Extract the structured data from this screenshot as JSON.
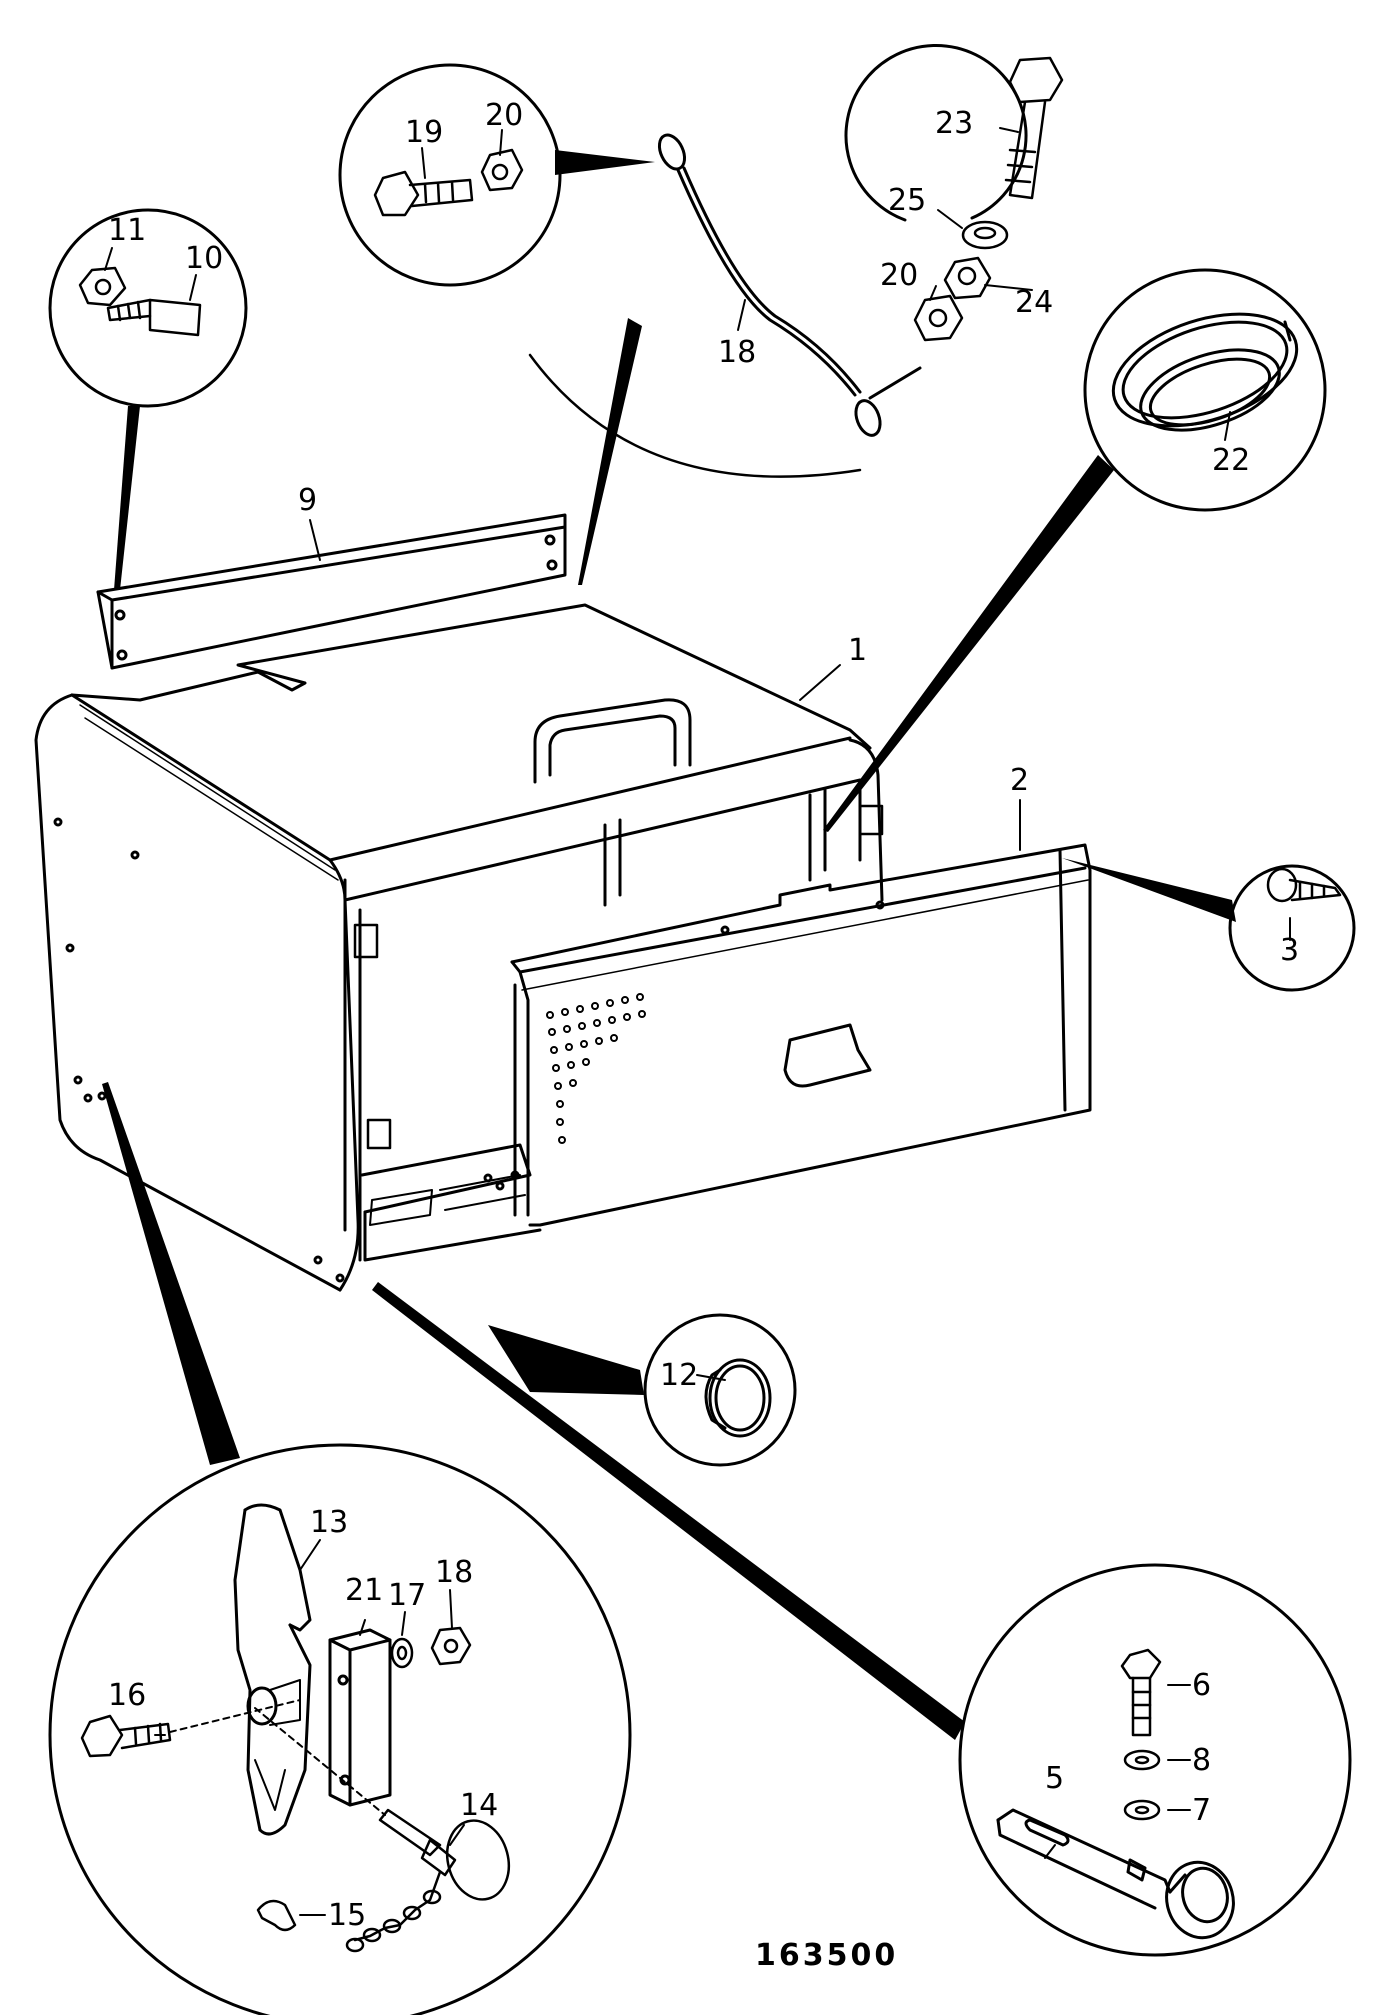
{
  "figure_number": "163500",
  "callouts": [
    {
      "id": "lbl-1",
      "text": "1"
    },
    {
      "id": "lbl-2",
      "text": "2"
    },
    {
      "id": "lbl-3",
      "text": "3"
    },
    {
      "id": "lbl-5",
      "text": "5"
    },
    {
      "id": "lbl-6",
      "text": "6"
    },
    {
      "id": "lbl-7",
      "text": "7"
    },
    {
      "id": "lbl-8",
      "text": "8"
    },
    {
      "id": "lbl-9",
      "text": "9"
    },
    {
      "id": "lbl-10",
      "text": "10"
    },
    {
      "id": "lbl-11",
      "text": "11"
    },
    {
      "id": "lbl-12",
      "text": "12"
    },
    {
      "id": "lbl-13",
      "text": "13"
    },
    {
      "id": "lbl-14",
      "text": "14"
    },
    {
      "id": "lbl-15",
      "text": "15"
    },
    {
      "id": "lbl-16",
      "text": "16"
    },
    {
      "id": "lbl-17",
      "text": "17"
    },
    {
      "id": "lbl-18a",
      "text": "18"
    },
    {
      "id": "lbl-18b",
      "text": "18"
    },
    {
      "id": "lbl-19",
      "text": "19"
    },
    {
      "id": "lbl-20a",
      "text": "20"
    },
    {
      "id": "lbl-20b",
      "text": "20"
    },
    {
      "id": "lbl-21",
      "text": "21"
    },
    {
      "id": "lbl-22",
      "text": "22"
    },
    {
      "id": "lbl-23",
      "text": "23"
    },
    {
      "id": "lbl-24",
      "text": "24"
    },
    {
      "id": "lbl-25",
      "text": "25"
    }
  ]
}
